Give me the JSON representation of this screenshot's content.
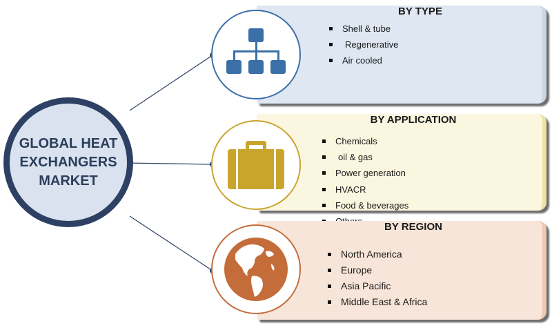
{
  "hub": {
    "title": "GLOBAL HEAT EXCHANGERS MARKET"
  },
  "segments": [
    {
      "heading": "BY TYPE",
      "icon": "hierarchy-icon",
      "accent": "#3a6fa8",
      "panel_color": "#dee7f2",
      "items": [
        "Shell & tube",
        "Regenerative",
        "Air cooled"
      ]
    },
    {
      "heading": "BY APPLICATION",
      "icon": "briefcase-icon",
      "accent": "#c9a52e",
      "panel_color": "#fbf6e0",
      "items": [
        "Chemicals",
        "oil & gas",
        "Power generation",
        "HVACR",
        "Food & beverages",
        "Others"
      ]
    },
    {
      "heading": "BY REGION",
      "icon": "globe-icon",
      "accent": "#c46c3a",
      "panel_color": "#f8e5d9",
      "items": [
        "North America",
        "Europe",
        "Asia Pacific",
        "Middle East & Africa"
      ]
    }
  ],
  "colors": {
    "hub_border": "#2e4164",
    "hub_fill": "#d9e2ee",
    "connector": "#2e4164"
  }
}
